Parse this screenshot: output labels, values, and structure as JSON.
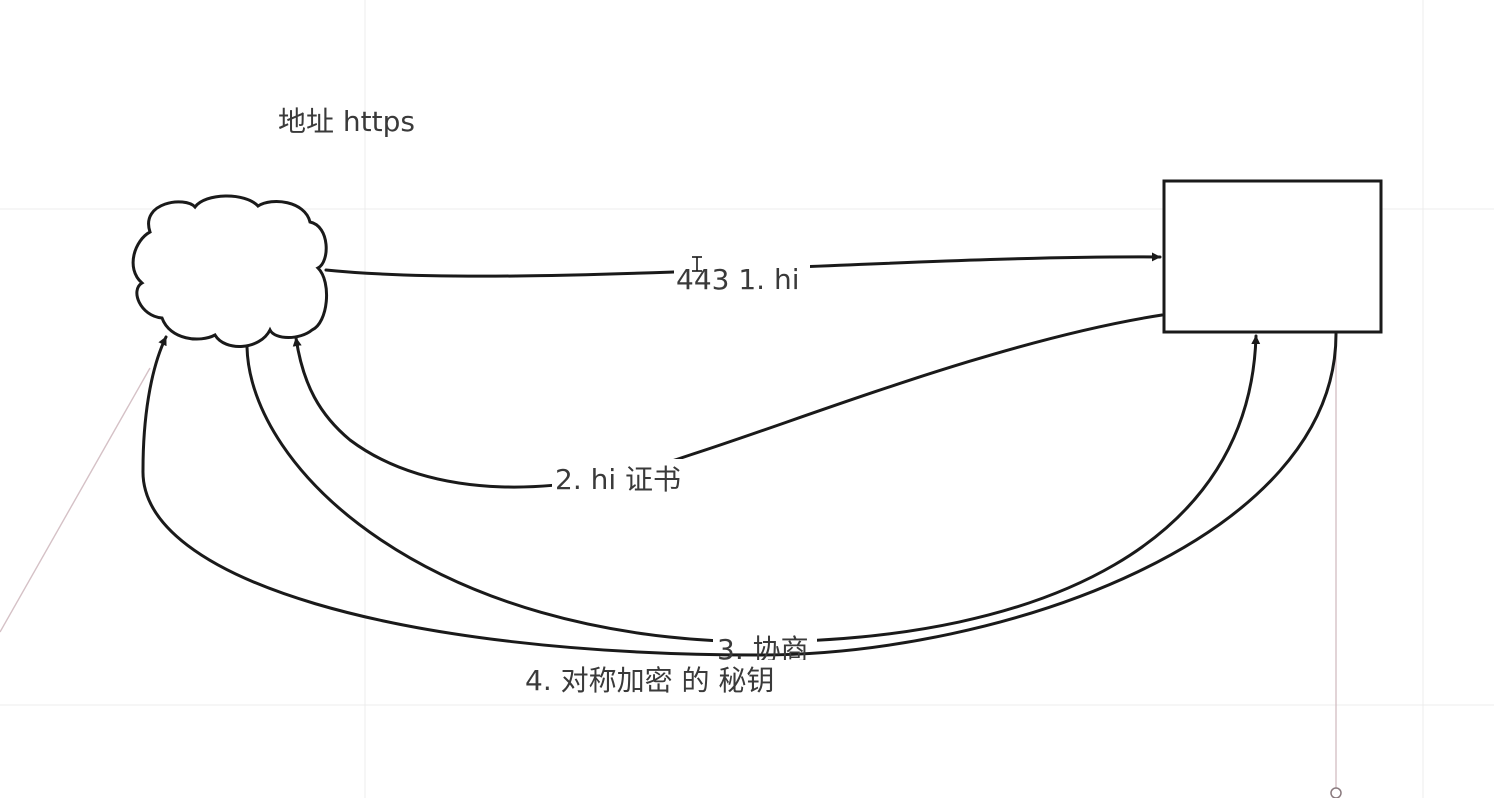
{
  "diagram": {
    "title": "地址 https",
    "nodes": {
      "client": {
        "shape": "cloud-icon"
      },
      "server": {
        "shape": "rectangle"
      }
    },
    "edges": [
      {
        "id": "e1",
        "label": "443 1. hi",
        "from": "client",
        "to": "server"
      },
      {
        "id": "e2",
        "label": "2. hi 证书",
        "from": "server",
        "to": "client"
      },
      {
        "id": "e3",
        "label": "3. 协商",
        "from": "client",
        "to": "server"
      },
      {
        "id": "e4",
        "label": "4. 对称加密 的 秘钥",
        "from": "server",
        "to": "client"
      }
    ]
  },
  "colors": {
    "stroke": "#1a1a1a",
    "text": "#3a3a3a",
    "guide": "#d5c1c6",
    "grid": "#ececec"
  }
}
